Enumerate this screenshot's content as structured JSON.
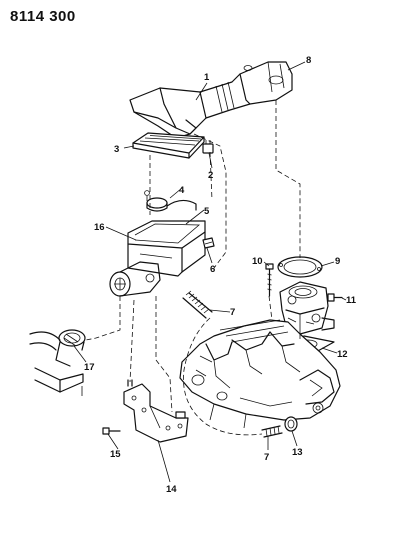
{
  "document": {
    "figure_id": "8114 300"
  },
  "callouts": [
    "1",
    "2",
    "3",
    "4",
    "5",
    "6",
    "7",
    "8",
    "9",
    "10",
    "11",
    "12",
    "13",
    "14",
    "15",
    "16",
    "17"
  ]
}
